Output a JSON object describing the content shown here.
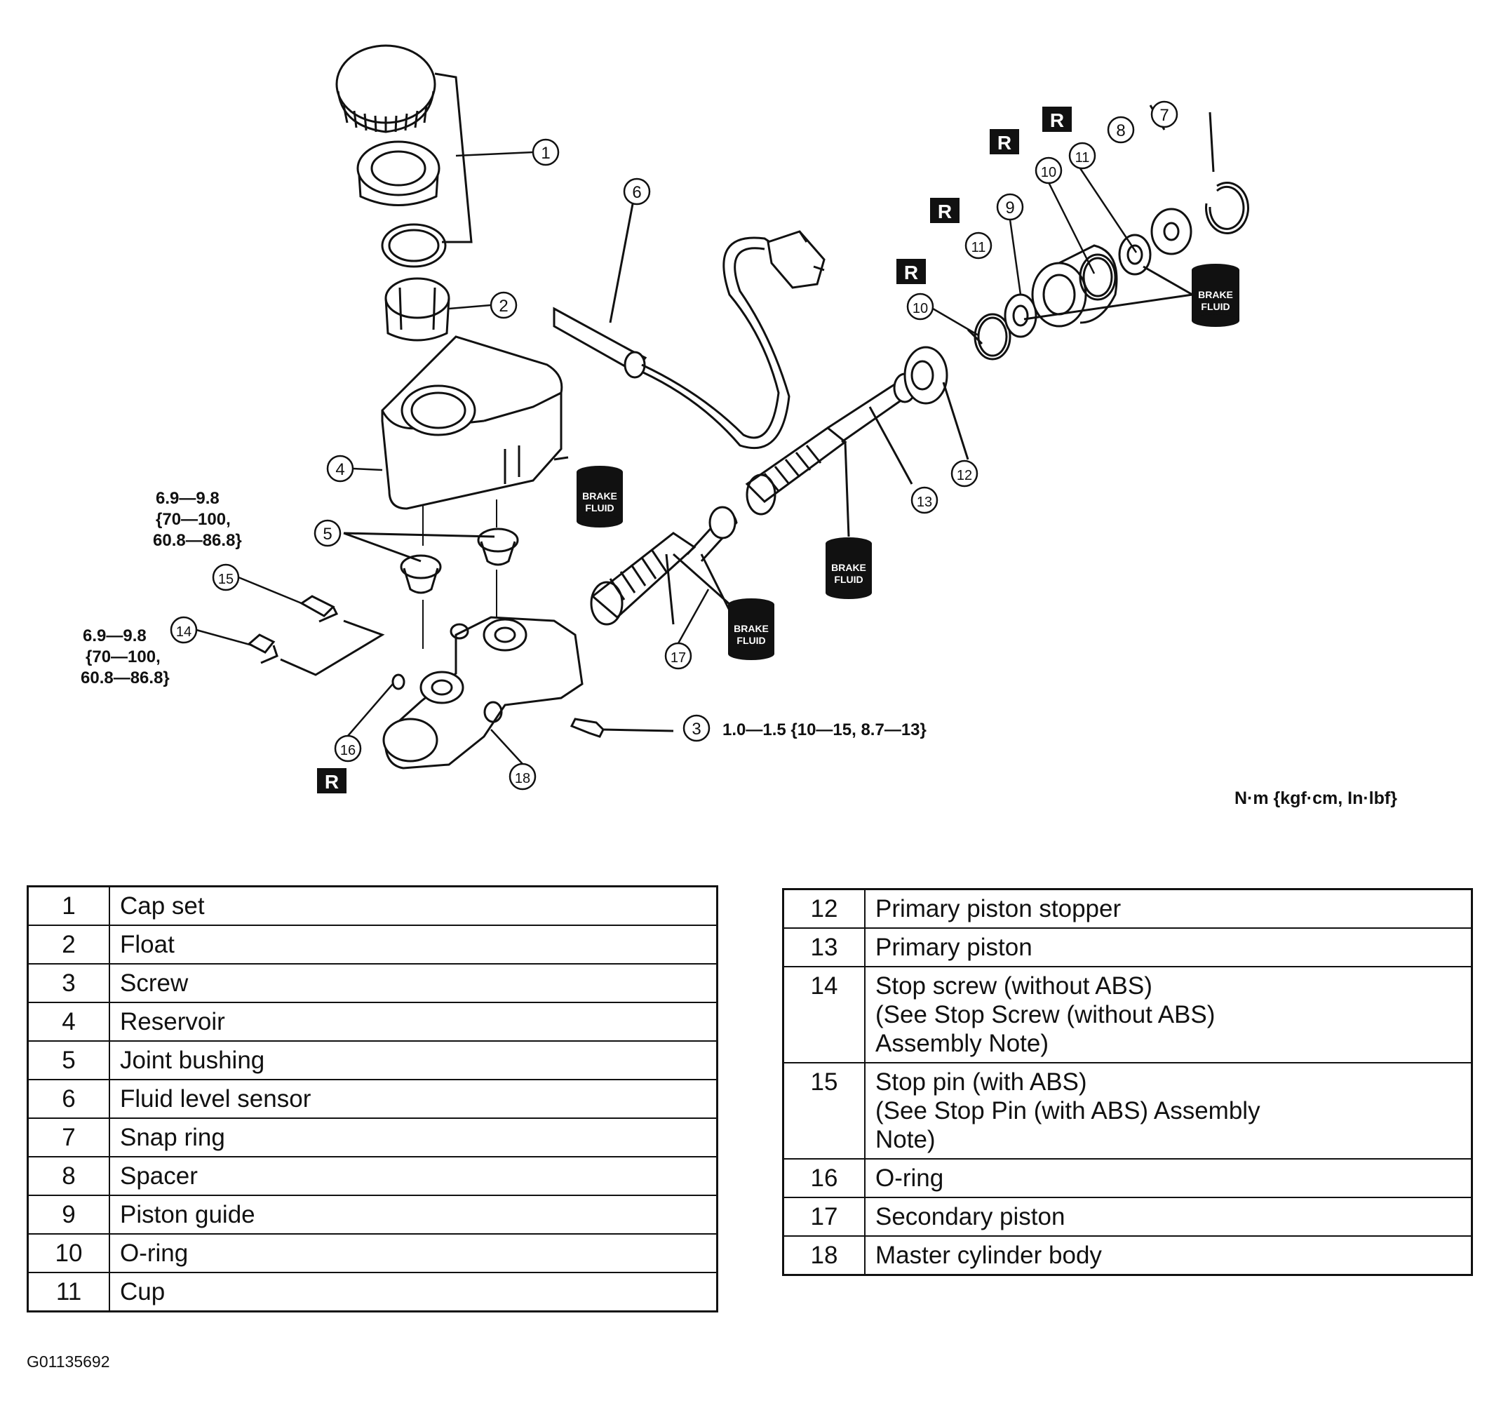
{
  "callouts": [
    {
      "num": "1"
    },
    {
      "num": "2"
    },
    {
      "num": "3"
    },
    {
      "num": "4"
    },
    {
      "num": "5"
    },
    {
      "num": "6"
    },
    {
      "num": "7"
    },
    {
      "num": "8"
    },
    {
      "num": "9"
    },
    {
      "num": "10"
    },
    {
      "num": "11"
    },
    {
      "num": "12"
    },
    {
      "num": "13"
    },
    {
      "num": "14"
    },
    {
      "num": "15"
    },
    {
      "num": "16"
    },
    {
      "num": "17"
    },
    {
      "num": "18"
    },
    {
      "num": "10"
    },
    {
      "num": "11"
    }
  ],
  "replace_badge": "R",
  "brake_fluid_label": {
    "line1": "BRAKE",
    "line2": "FLUID"
  },
  "torque": {
    "bushing": {
      "line1": "6.9—9.8",
      "line2": "{70—100,",
      "line3": "60.8—86.8}"
    },
    "stop_screw": {
      "line1": "6.9—9.8",
      "line2": "{70—100,",
      "line3": "60.8—86.8}"
    },
    "screw": "1.0—1.5 {10—15, 8.7—13}"
  },
  "units_note": "N·m {kgf·cm, In·lbf}",
  "figure_id": "G01135692",
  "parts_left": [
    {
      "num": "1",
      "lines": [
        "Cap set"
      ]
    },
    {
      "num": "2",
      "lines": [
        "Float"
      ]
    },
    {
      "num": "3",
      "lines": [
        "Screw"
      ]
    },
    {
      "num": "4",
      "lines": [
        "Reservoir"
      ]
    },
    {
      "num": "5",
      "lines": [
        "Joint bushing"
      ]
    },
    {
      "num": "6",
      "lines": [
        "Fluid level sensor"
      ]
    },
    {
      "num": "7",
      "lines": [
        "Snap ring"
      ]
    },
    {
      "num": "8",
      "lines": [
        "Spacer"
      ]
    },
    {
      "num": "9",
      "lines": [
        "Piston guide"
      ]
    },
    {
      "num": "10",
      "lines": [
        "O-ring"
      ]
    },
    {
      "num": "11",
      "lines": [
        "Cup"
      ]
    }
  ],
  "parts_right": [
    {
      "num": "12",
      "lines": [
        "Primary piston stopper"
      ]
    },
    {
      "num": "13",
      "lines": [
        "Primary piston"
      ]
    },
    {
      "num": "14",
      "lines": [
        "Stop screw (without ABS)",
        "(See Stop Screw (without ABS)",
        "Assembly Note)"
      ]
    },
    {
      "num": "15",
      "lines": [
        "Stop pin (with ABS)",
        "(See Stop Pin (with ABS) Assembly",
        "Note)"
      ]
    },
    {
      "num": "16",
      "lines": [
        "O-ring"
      ]
    },
    {
      "num": "17",
      "lines": [
        "Secondary piston"
      ]
    },
    {
      "num": "18",
      "lines": [
        "Master cylinder body"
      ]
    }
  ]
}
